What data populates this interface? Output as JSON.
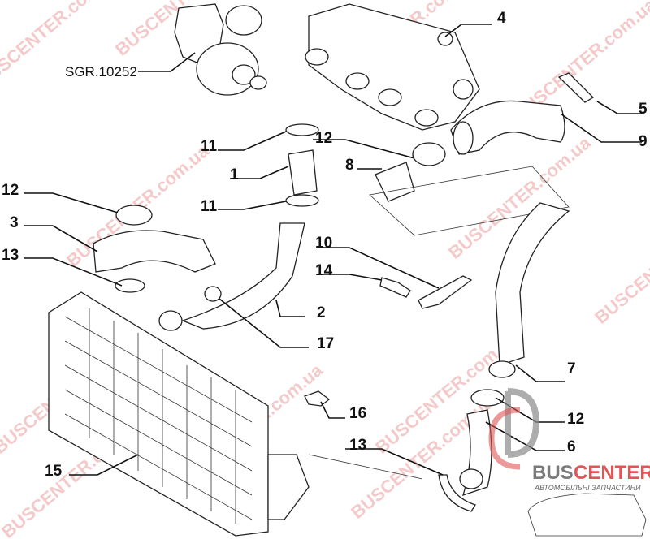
{
  "part_code": "SGR.10252",
  "callouts": [
    "4",
    "5",
    "9",
    "12",
    "8",
    "11",
    "1",
    "11",
    "12",
    "3",
    "13",
    "10",
    "14",
    "2",
    "17",
    "7",
    "12",
    "6",
    "16",
    "13",
    "15"
  ],
  "watermark": "BUSCENTER.com.ua",
  "logo": {
    "bus": "BUS",
    "center": "CENTER",
    "tagline": "АВТОМОБІЛЬНІ ЗАПЧАСТИНИ"
  },
  "colors": {
    "logo_gray": "#8a8a8a",
    "logo_red": "#e05555"
  }
}
